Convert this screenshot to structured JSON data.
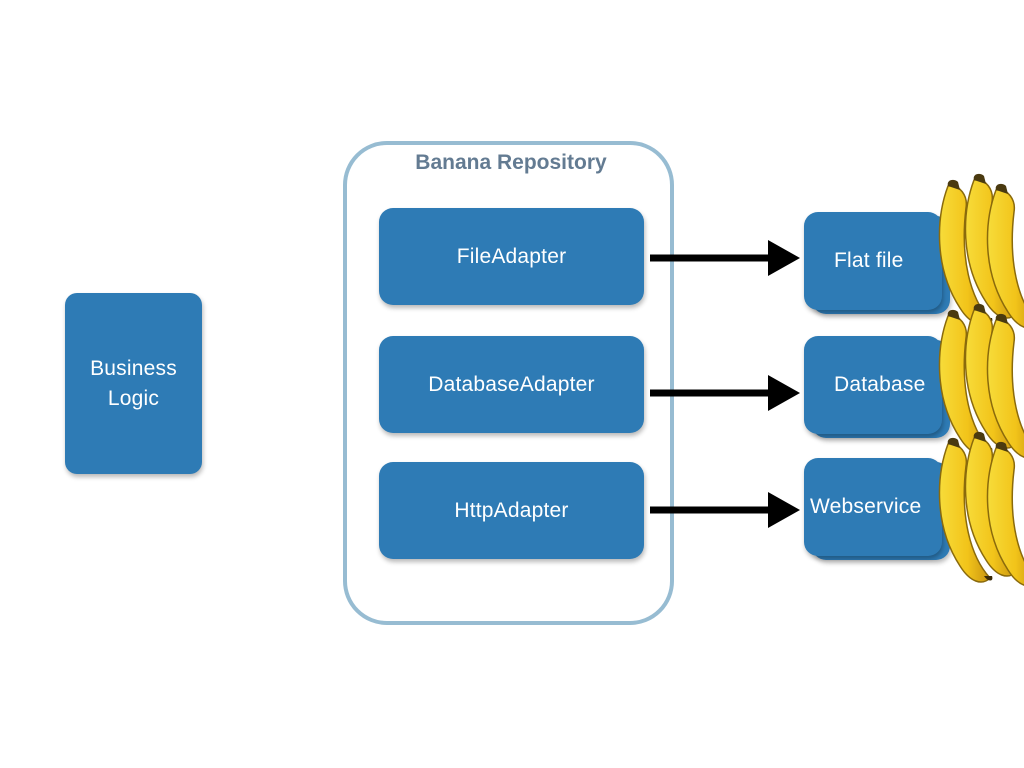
{
  "business_logic": {
    "label": "Business\nLogic"
  },
  "repository": {
    "title": "Banana Repository",
    "adapters": [
      {
        "label": "FileAdapter"
      },
      {
        "label": "DatabaseAdapter"
      },
      {
        "label": "HttpAdapter"
      }
    ]
  },
  "targets": [
    {
      "label": "Flat file"
    },
    {
      "label": "Database"
    },
    {
      "label": "Webservice"
    }
  ],
  "colors": {
    "box": "#2e7bb5",
    "container_border": "#97bcd2",
    "title": "#637b92",
    "arrow": "#000000",
    "banana": "#f2cc1a"
  },
  "icons": {
    "banana": "banana-bunch-icon"
  }
}
